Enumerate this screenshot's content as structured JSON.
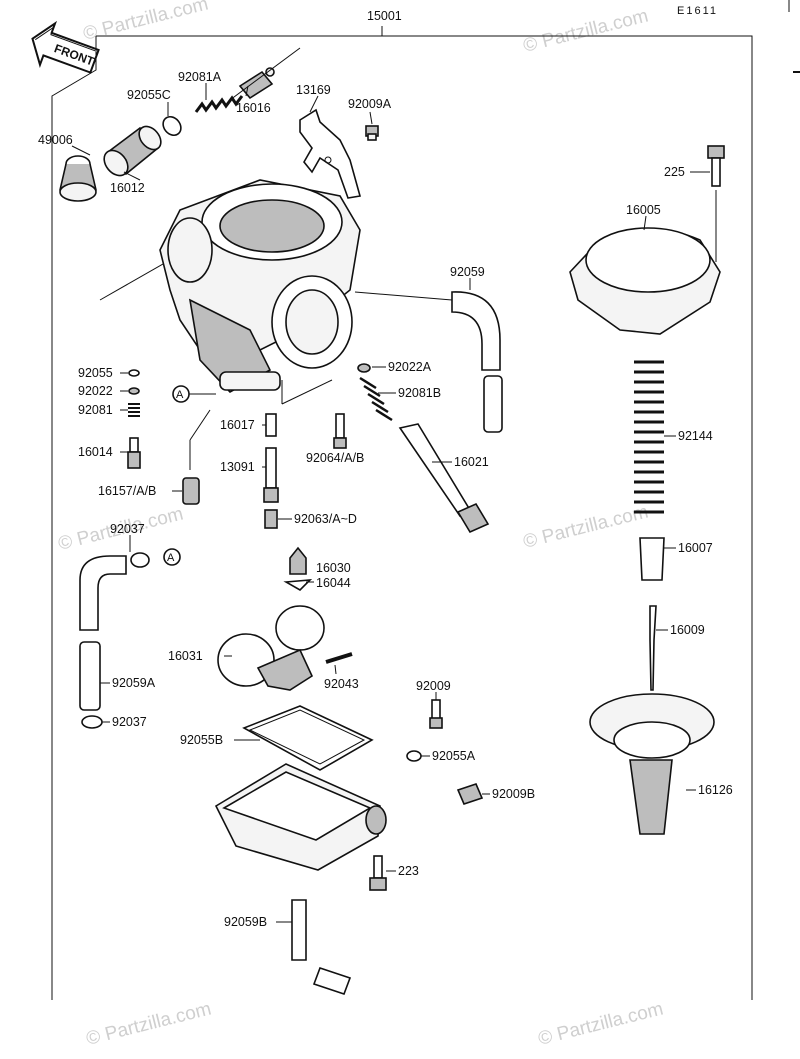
{
  "header": {
    "assembly_number": "15001",
    "figure_code": "E1611",
    "front_label": "FRONT"
  },
  "watermark": {
    "text": "© Partzilla.com"
  },
  "callouts": {
    "ref_a": "A"
  },
  "parts": [
    {
      "id": "p-15001",
      "label": "15001",
      "icon": "carburetor-assembly"
    },
    {
      "id": "p-49006",
      "label": "49006",
      "icon": "rubber-cap"
    },
    {
      "id": "p-92055c",
      "label": "92055C",
      "icon": "o-ring"
    },
    {
      "id": "p-92081a",
      "label": "92081A",
      "icon": "spring"
    },
    {
      "id": "p-16016",
      "label": "16016",
      "icon": "plunger"
    },
    {
      "id": "p-16012",
      "label": "16012",
      "icon": "starter-valve-body"
    },
    {
      "id": "p-13169",
      "label": "13169",
      "icon": "bracket-plate"
    },
    {
      "id": "p-92009a",
      "label": "92009A",
      "icon": "screw"
    },
    {
      "id": "p-225",
      "label": "225",
      "icon": "screw"
    },
    {
      "id": "p-16005",
      "label": "16005",
      "icon": "top-cover"
    },
    {
      "id": "p-92059",
      "label": "92059",
      "icon": "hose"
    },
    {
      "id": "p-92055",
      "label": "92055",
      "icon": "o-ring"
    },
    {
      "id": "p-92022",
      "label": "92022",
      "icon": "washer"
    },
    {
      "id": "p-92081",
      "label": "92081",
      "icon": "spring"
    },
    {
      "id": "p-16014",
      "label": "16014",
      "icon": "pilot-screw"
    },
    {
      "id": "p-16157",
      "label": "16157/A/B",
      "icon": "jet"
    },
    {
      "id": "p-16017",
      "label": "16017",
      "icon": "jet-holder"
    },
    {
      "id": "p-92064",
      "label": "92064/A/B",
      "icon": "jet"
    },
    {
      "id": "p-13091",
      "label": "13091",
      "icon": "needle-jet"
    },
    {
      "id": "p-92063",
      "label": "92063/A~D",
      "icon": "main-jet"
    },
    {
      "id": "p-92022a",
      "label": "92022A",
      "icon": "washer"
    },
    {
      "id": "p-92081b",
      "label": "92081B",
      "icon": "spring"
    },
    {
      "id": "p-16021",
      "label": "16021",
      "icon": "throttle-stop-screw"
    },
    {
      "id": "p-92144",
      "label": "92144",
      "icon": "spring"
    },
    {
      "id": "p-92037-top",
      "label": "92037",
      "icon": "clamp"
    },
    {
      "id": "p-16007",
      "label": "16007",
      "icon": "needle-holder"
    },
    {
      "id": "p-16030",
      "label": "16030",
      "icon": "float-valve"
    },
    {
      "id": "p-16044",
      "label": "16044",
      "icon": "clip"
    },
    {
      "id": "p-16009",
      "label": "16009",
      "icon": "jet-needle"
    },
    {
      "id": "p-16031",
      "label": "16031",
      "icon": "float"
    },
    {
      "id": "p-92043",
      "label": "92043",
      "icon": "pin"
    },
    {
      "id": "p-92059a",
      "label": "92059A",
      "icon": "hose"
    },
    {
      "id": "p-92009",
      "label": "92009",
      "icon": "screw"
    },
    {
      "id": "p-92037-bottom",
      "label": "92037",
      "icon": "clamp"
    },
    {
      "id": "p-92055b",
      "label": "92055B",
      "icon": "float-bowl-gasket"
    },
    {
      "id": "p-92055a",
      "label": "92055A",
      "icon": "o-ring"
    },
    {
      "id": "p-92009b",
      "label": "92009B",
      "icon": "drain-screw"
    },
    {
      "id": "p-16126",
      "label": "16126",
      "icon": "diaphragm-vacuum-piston"
    },
    {
      "id": "p-223",
      "label": "223",
      "icon": "screw"
    },
    {
      "id": "p-92059b",
      "label": "92059B",
      "icon": "hose"
    }
  ],
  "colors": {
    "ink": "#111111",
    "watermark": "#cfcfcf",
    "background": "#ffffff"
  }
}
